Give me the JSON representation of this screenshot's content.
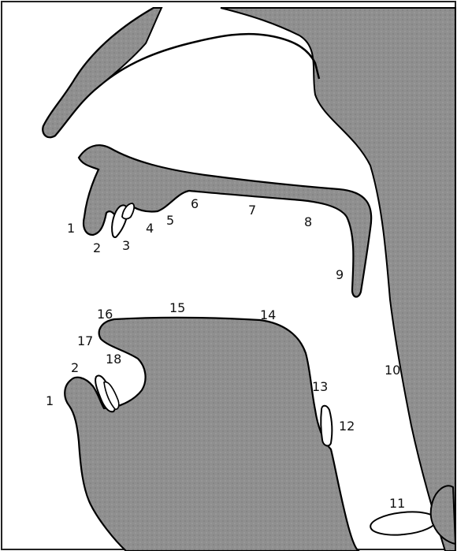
{
  "colors": {
    "tissue": "#8c8c8c",
    "tissue_dark": "#6f6f6f",
    "outline": "#000000",
    "paper": "#ffffff",
    "frame": "#222222"
  },
  "labels": {
    "upper_lip": "1",
    "upper_teeth_gum": "2",
    "upper_teeth": "3",
    "alveolar_4": "4",
    "alveolar_5": "5",
    "hard_palate_6": "6",
    "hard_palate_7": "7",
    "soft_palate_8": "8",
    "uvula": "9",
    "pharynx_wall": "10",
    "vocal_folds": "11",
    "epiglottis": "12",
    "tongue_root": "13",
    "tongue_back": "14",
    "tongue_front": "15",
    "tongue_blade": "16",
    "tongue_tip": "17",
    "sublingual": "18",
    "lower_lip": "1",
    "lower_teeth": "2"
  }
}
